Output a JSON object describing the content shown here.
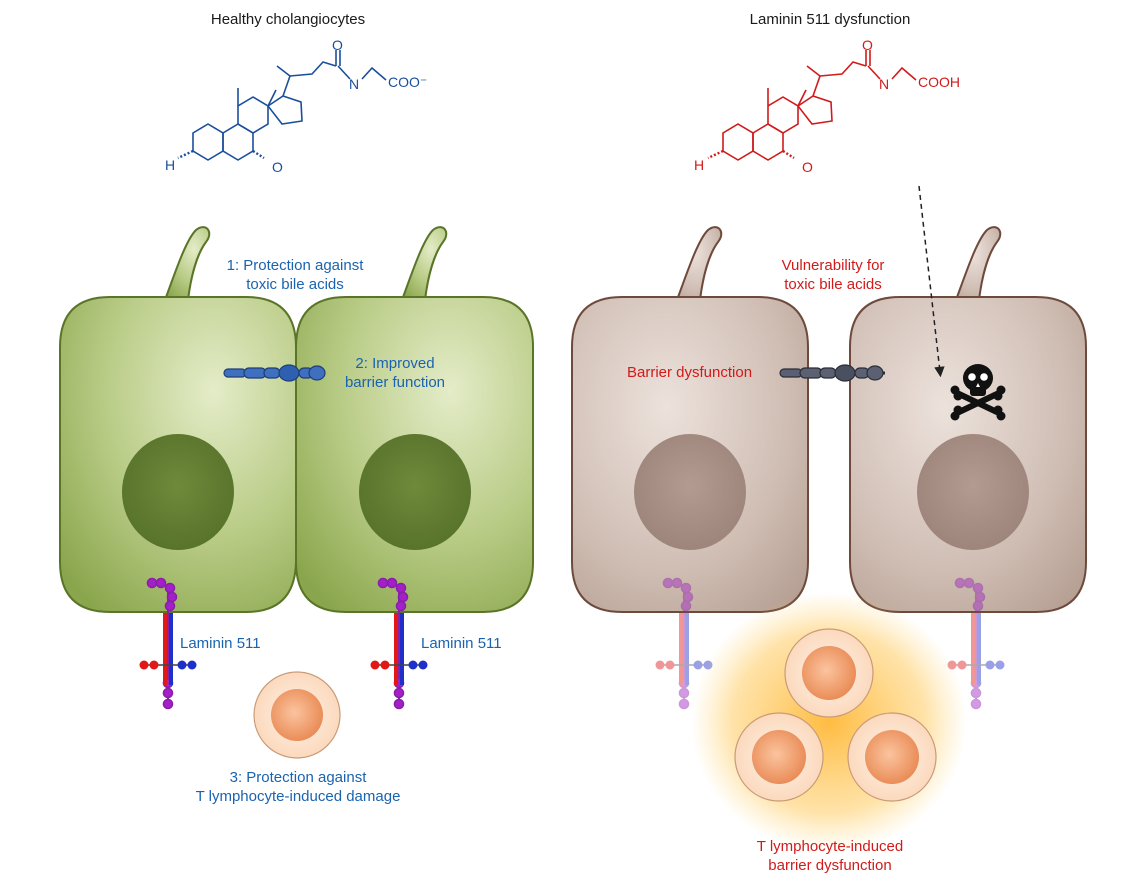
{
  "panels": {
    "healthy": {
      "title": "Healthy cholangiocytes",
      "molecule": {
        "color": "#1a4f9c",
        "atoms": {
          "n": "N",
          "o_top": "O",
          "carboxyl": "COO⁻",
          "h": "H",
          "o_bottom": "O"
        }
      },
      "cell_color": "#8fac52",
      "labels": {
        "protection_bile_line1": "1: Protection against",
        "protection_bile_line2": "toxic bile acids",
        "barrier_line1": "2: Improved",
        "barrier_line2": "barrier function",
        "laminin_left": "Laminin 511",
        "laminin_right": "Laminin 511",
        "t_protect_line1": "3: Protection against",
        "t_protect_line2": "T lymphocyte-induced damage"
      }
    },
    "dysfunction": {
      "title": "Laminin 511 dysfunction",
      "molecule": {
        "color": "#d11a1a",
        "atoms": {
          "n": "N",
          "o_top": "O",
          "carboxyl": "COOH",
          "h": "H",
          "o_bottom": "O"
        }
      },
      "cell_color": "#b99e93",
      "labels": {
        "vulnerability_line1": "Vulnerability for",
        "vulnerability_line2": "toxic bile acids",
        "barrier_dysfunction": "Barrier dysfunction",
        "t_induced_line1": "T lymphocyte-induced",
        "t_induced_line2": "barrier dysfunction"
      }
    }
  },
  "colors": {
    "label_blue": "#1a63b0",
    "label_red": "#d11a1a",
    "laminin_purple": "#a21fc9",
    "laminin_red": "#e01818",
    "laminin_blue": "#1f2fc9",
    "lymphocyte_orange": "#f0a070",
    "glow": "#ffb830"
  },
  "icons": {
    "toxicity": "skull-crossbones-icon"
  }
}
